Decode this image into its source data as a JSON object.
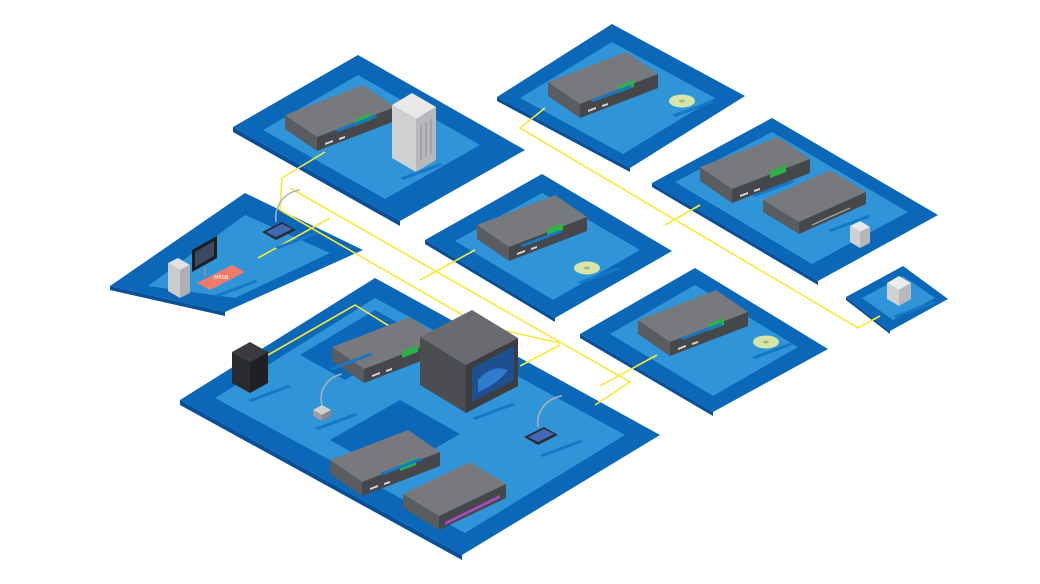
{
  "diagram": {
    "background": "#ffffff",
    "colors": {
      "zone_outer": "#0b67b7",
      "zone_inner": "#2f95d8",
      "zone_edge": "#06509a",
      "cable": "#f6e93a",
      "device_top": "#76787b",
      "device_front": "#4a4b4e",
      "device_side": "#5c5d60",
      "screen": "#2bb34a",
      "label_text": "#f4ee2a"
    },
    "zones": [
      {
        "id": "zone-a",
        "devices": [
          "rack-unit",
          "server-tower"
        ]
      },
      {
        "id": "zone-b",
        "devices": [
          "rack-unit",
          "disc-drive"
        ]
      },
      {
        "id": "zone-c",
        "devices": [
          "rack-unit",
          "rack-unit",
          "camera"
        ]
      },
      {
        "id": "zone-d",
        "devices": [
          "computer",
          "monitor",
          "keyboard",
          "delegate-unit"
        ]
      },
      {
        "id": "zone-e",
        "devices": [
          "rack-unit",
          "disc-drive"
        ]
      },
      {
        "id": "zone-f",
        "devices": [
          "rack-unit",
          "disc-drive"
        ]
      },
      {
        "id": "zone-g",
        "devices": [
          "camera"
        ]
      },
      {
        "id": "zone-h",
        "devices": [
          "speaker",
          "rack-unit",
          "display-cabinet",
          "microphone",
          "rack-unit",
          "rack-unit",
          "delegate-unit"
        ]
      }
    ],
    "keyboard_label": "MRSB"
  }
}
